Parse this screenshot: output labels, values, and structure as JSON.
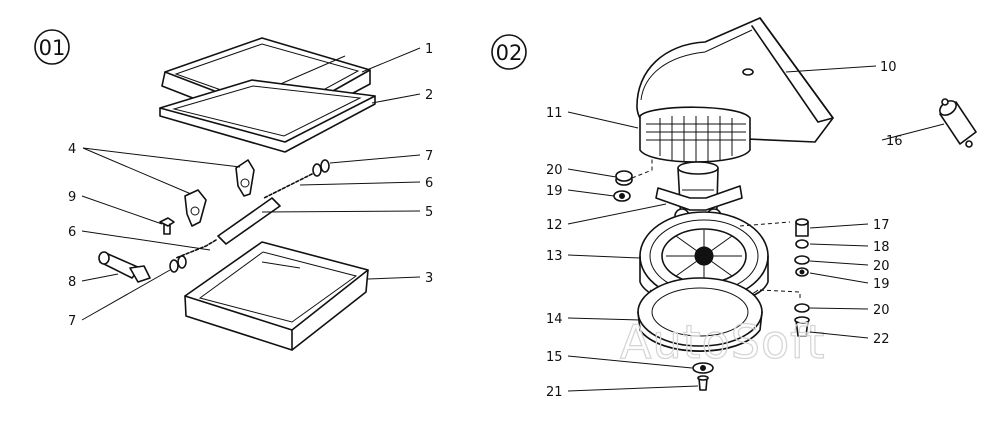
{
  "panel_left": {
    "badge": "01",
    "callouts": [
      "1",
      "2",
      "4",
      "7",
      "6",
      "9",
      "5",
      "6",
      "8",
      "3",
      "7"
    ]
  },
  "panel_right": {
    "badge": "02",
    "callouts": [
      "10",
      "11",
      "16",
      "20",
      "19",
      "12",
      "17",
      "13",
      "18",
      "20",
      "19",
      "20",
      "14",
      "22",
      "15",
      "21"
    ]
  },
  "watermark": "AutoSoft"
}
